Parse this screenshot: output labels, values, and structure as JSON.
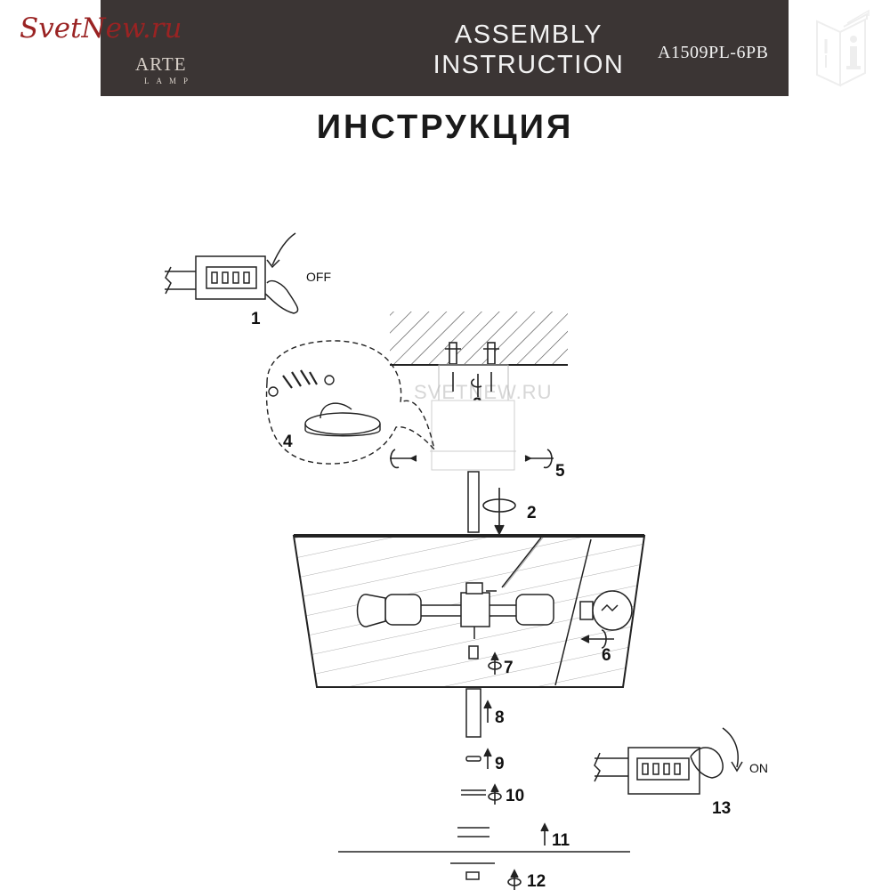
{
  "header": {
    "brand": "SvetNew.ru",
    "logo_name": "ARTE",
    "logo_sub": "LAMP",
    "title_line1": "ASSEMBLY",
    "title_line2": "INSTRUCTION",
    "model": "A1509PL-6PB",
    "icon": "instruction-manual-icon"
  },
  "heading": "ИНСТРУКЦИЯ",
  "watermark": "SVETNEW.RU",
  "switch_off_label": "OFF",
  "switch_on_label": "ON",
  "steps": [
    "1",
    "2",
    "3",
    "4",
    "5",
    "6",
    "7",
    "8",
    "9",
    "10",
    "11",
    "12",
    "13"
  ],
  "colors": {
    "header_bg": "#3b3534",
    "brand_red": "#9a2323",
    "line": "#222222"
  }
}
